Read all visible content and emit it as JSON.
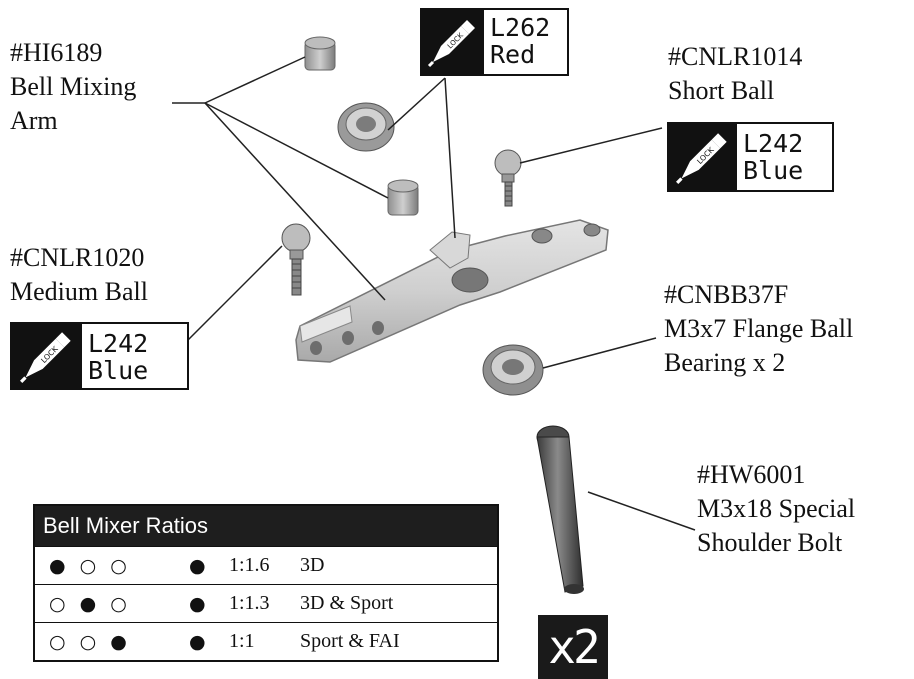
{
  "parts": {
    "mixing_arm": {
      "part_number": "#HI6189",
      "line1": "Bell Mixing",
      "line2": "Arm"
    },
    "short_ball": {
      "part_number": "#CNLR1014",
      "name": "Short Ball"
    },
    "medium_ball": {
      "part_number": "#CNLR1020",
      "name": "Medium Ball"
    },
    "bearing": {
      "part_number": "#CNBB37F",
      "line1": "M3x7 Flange Ball",
      "line2": "Bearing x 2"
    },
    "bolt": {
      "part_number": "#HW6001",
      "line1": "M3x18 Special",
      "line2": "Shoulder Bolt"
    }
  },
  "threadlock": {
    "top": {
      "code": "L262",
      "color": "Red"
    },
    "short_ball": {
      "code": "L242",
      "color": "Blue"
    },
    "medium_ball": {
      "code": "L242",
      "color": "Blue"
    },
    "icon_word": "LOCK"
  },
  "mixer_table": {
    "title": "Bell Mixer Ratios",
    "rows": [
      {
        "position": "● ○ ○",
        "fixed": "●",
        "ratio": "1:1.6",
        "use": "3D"
      },
      {
        "position": "○ ● ○",
        "fixed": "●",
        "ratio": "1:1.3",
        "use": "3D & Sport"
      },
      {
        "position": "○ ○ ●",
        "fixed": "●",
        "ratio": "1:1",
        "use": "Sport & FAI"
      }
    ]
  },
  "quantity_badge": "x2"
}
